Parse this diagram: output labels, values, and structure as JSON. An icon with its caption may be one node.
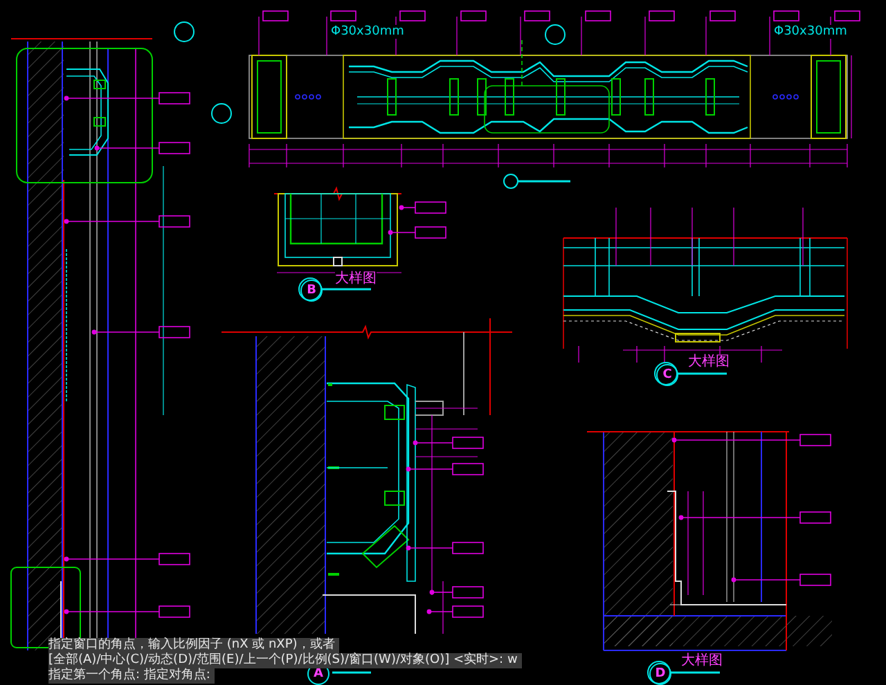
{
  "diagram": {
    "labels": [
      "Φ30x30mm",
      "Φ30x30mm",
      "B",
      "大样图",
      "C",
      "大样图",
      "D",
      "大样图",
      "A",
      "指定窗口的角点，输入比例因子 (nX 或 nXP)，或者",
      "[全部(A)/中心(C)/动态(D)/范围(E)/上一个(P)/比例(S)/窗口(W)/对象(O)] <实时>: w",
      "指定第一个角点: 指定对角点:"
    ]
  }
}
